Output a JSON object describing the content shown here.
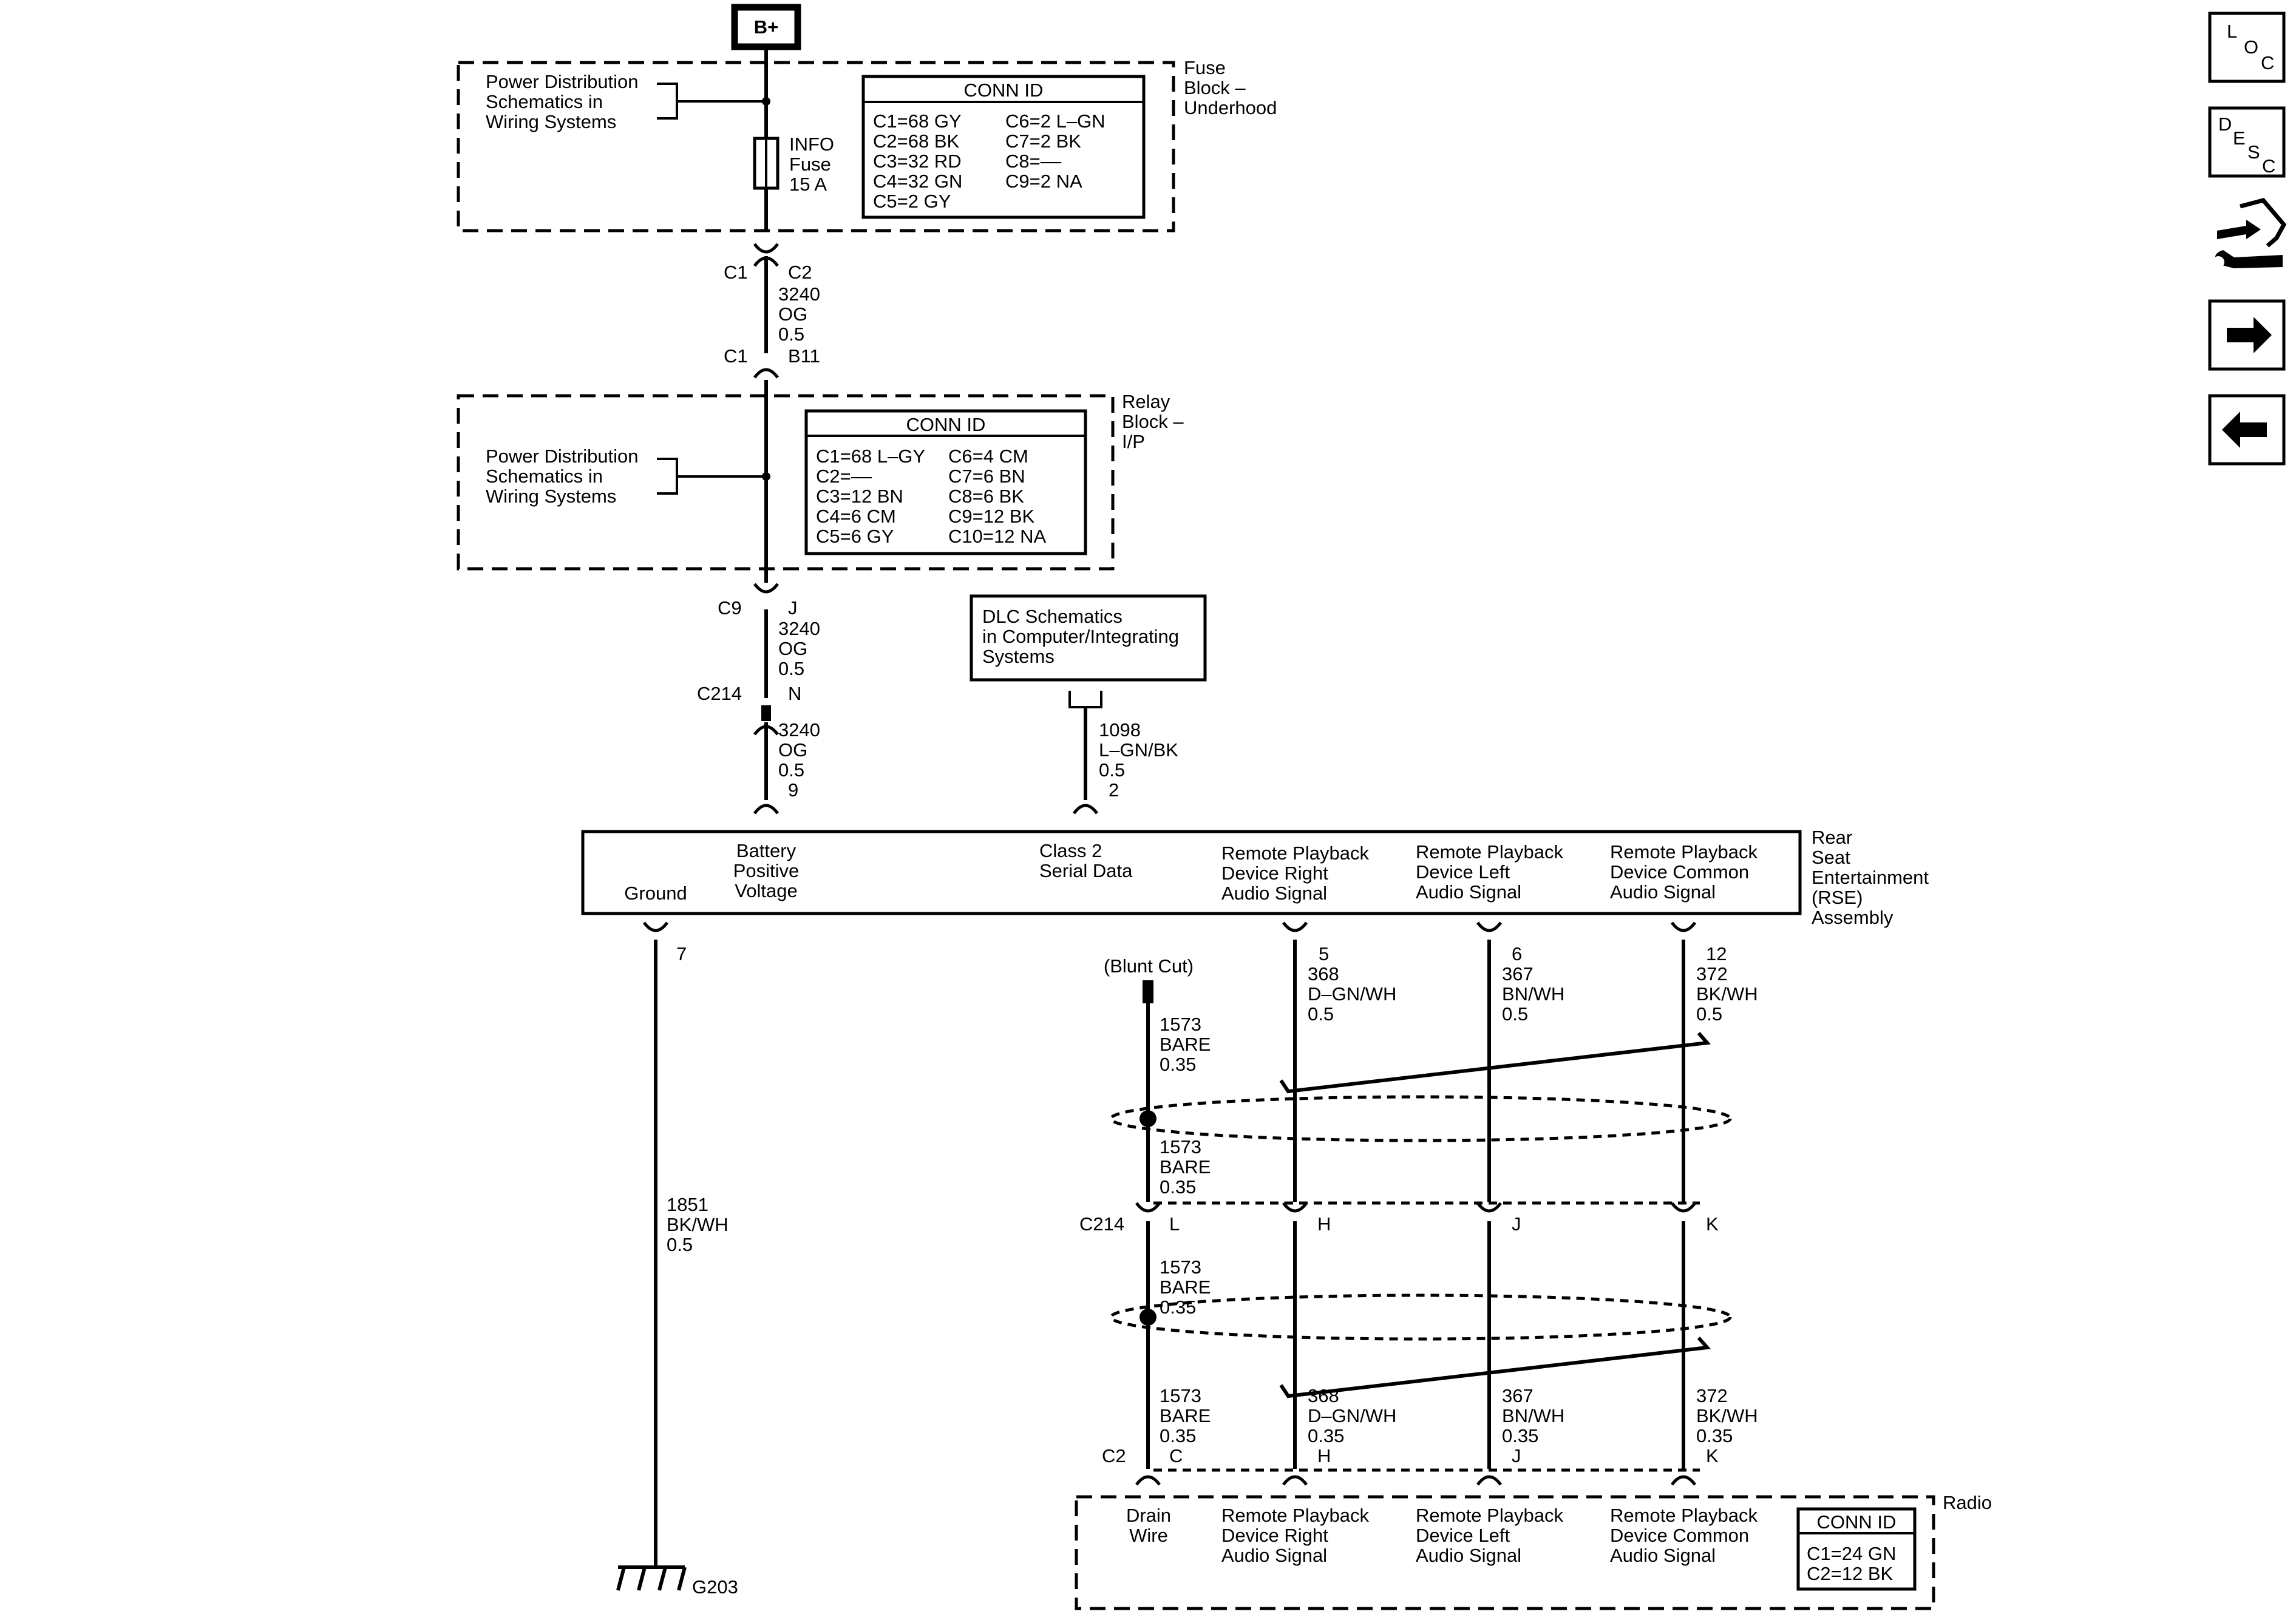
{
  "source": {
    "label": "B+"
  },
  "fuse_block": {
    "name": [
      "Fuse",
      "Block –",
      "Underhood"
    ],
    "ref": [
      "Power Distribution",
      "Schematics in",
      "Wiring Systems"
    ],
    "fuse": [
      "INFO",
      "Fuse",
      "15 A"
    ],
    "conn_title": "CONN ID",
    "conn_left": [
      "C1=68 GY",
      "C2=68 BK",
      "C3=32 RD",
      "C4=32 GN",
      "C5=2 GY"
    ],
    "conn_right": [
      "C6=2 L–GN",
      "C7=2 BK",
      "C8=––",
      "C9=2 NA"
    ]
  },
  "wire_a": {
    "top_conn": "C1",
    "top_pin": "C2",
    "spec": [
      "3240",
      "OG",
      "0.5"
    ],
    "bot_conn": "C1",
    "bot_pin": "B11"
  },
  "relay_block": {
    "name": [
      "Relay",
      "Block –",
      "I/P"
    ],
    "ref": [
      "Power Distribution",
      "Schematics in",
      "Wiring Systems"
    ],
    "conn_title": "CONN ID",
    "conn_left": [
      "C1=68 L–GY",
      "C2=––",
      "C3=12 BN",
      "C4=6 CM",
      "C5=6 GY"
    ],
    "conn_right": [
      "C6=4 CM",
      "C7=6 BN",
      "C8=6 BK",
      "C9=12 BK",
      "C10=12 NA"
    ]
  },
  "wire_b": {
    "conn": "C9",
    "pin": "J",
    "spec": [
      "3240",
      "OG",
      "0.5"
    ]
  },
  "inline_c214_top": {
    "conn": "C214",
    "pin": "N"
  },
  "wire_c": {
    "spec": [
      "3240",
      "OG",
      "0.5"
    ],
    "pin": "9"
  },
  "dlc": {
    "ref": [
      "DLC Schematics",
      "in Computer/Integrating",
      "Systems"
    ],
    "spec": [
      "1098",
      "L–GN/BK",
      "0.5"
    ],
    "pin": "2"
  },
  "rse": {
    "name": [
      "Rear",
      "Seat",
      "Entertainment",
      "(RSE)",
      "Assembly"
    ],
    "ground": "Ground",
    "battery": [
      "Battery",
      "Positive",
      "Voltage"
    ],
    "class2": [
      "Class 2",
      "Serial Data"
    ],
    "right": [
      "Remote Playback",
      "Device Right",
      "Audio Signal"
    ],
    "left": [
      "Remote Playback",
      "Device Left",
      "Audio Signal"
    ],
    "common": [
      "Remote Playback",
      "Device Common",
      "Audio Signal"
    ]
  },
  "ground_wire": {
    "pin": "7",
    "spec": [
      "1851",
      "BK/WH",
      "0.5"
    ],
    "ground_id": "G203"
  },
  "blunt_cut": "(Blunt Cut)",
  "drain_upper": [
    "1573",
    "BARE",
    "0.35"
  ],
  "drain_mid": [
    "1573",
    "BARE",
    "0.35"
  ],
  "drain_lower": [
    "1573",
    "BARE",
    "0.35"
  ],
  "drain_bottom": [
    "1573",
    "BARE",
    "0.35"
  ],
  "wire_right_top": {
    "pin": "5",
    "spec": [
      "368",
      "D–GN/WH",
      "0.5"
    ]
  },
  "wire_left_top": {
    "pin": "6",
    "spec": [
      "367",
      "BN/WH",
      "0.5"
    ]
  },
  "wire_common_top": {
    "pin": "12",
    "spec": [
      "372",
      "BK/WH",
      "0.5"
    ]
  },
  "inline_c214_bot": {
    "conn": "C214",
    "pins": [
      "L",
      "H",
      "J",
      "K"
    ]
  },
  "wire_right_bot": [
    "368",
    "D–GN/WH",
    "0.35",
    "H"
  ],
  "wire_left_bot": [
    "367",
    "BN/WH",
    "0.35",
    "J"
  ],
  "wire_common_bot": [
    "372",
    "BK/WH",
    "0.35",
    "K"
  ],
  "drain_bot_pin": "C",
  "radio_conn": "C2",
  "radio": {
    "name": "Radio",
    "drain": [
      "Drain",
      "Wire"
    ],
    "right": [
      "Remote Playback",
      "Device Right",
      "Audio Signal"
    ],
    "left": [
      "Remote Playback",
      "Device Left",
      "Audio Signal"
    ],
    "common": [
      "Remote Playback",
      "Device Common",
      "Audio Signal"
    ],
    "conn_title": "CONN ID",
    "conn": [
      "C1=24 GN",
      "C2=12 BK"
    ]
  },
  "nav": {
    "loc": [
      "L",
      "O",
      "C"
    ],
    "desc": [
      "D",
      "E",
      "S",
      "C"
    ],
    "icons": [
      "component-locator-icon",
      "description-icon",
      "connector-repair-icon",
      "next-arrow-icon",
      "previous-arrow-icon"
    ]
  }
}
